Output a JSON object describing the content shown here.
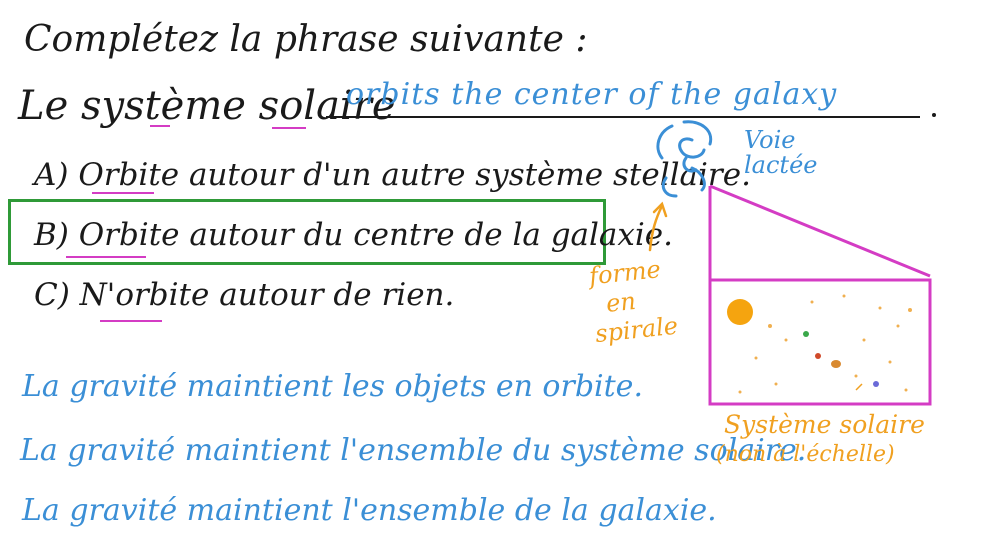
{
  "title": "Complétez la phrase suivante :",
  "sentence_start": "Le système solaire",
  "answer_text": "orbits the center of the galaxy",
  "choices": [
    {
      "label": "A) Orbite autour d'un autre système stellaire.",
      "selected": false
    },
    {
      "label": "B) Orbite autour du centre de la galaxie.",
      "selected": true
    },
    {
      "label": "C) N'orbite autour de rien.",
      "selected": false
    }
  ],
  "notes": [
    "La gravité maintient les objets en orbite.",
    "La gravité maintient l'ensemble du système solaire.",
    "La gravité maintient l'ensemble de la galaxie."
  ],
  "diagram": {
    "galaxy_label_line1": "Voie",
    "galaxy_label_line2": "lactée",
    "spiral_label_line1": "forme",
    "spiral_label_line2": "en",
    "spiral_label_line3": "spirale",
    "solar_system_label": "Système solaire",
    "scale_label": "(non à l'échelle)"
  },
  "colors": {
    "ink": "#1a1a1a",
    "blue": "#3b8fd6",
    "orange": "#f0a020",
    "magenta": "#d43cc4",
    "selection_green": "#2f9a38"
  }
}
